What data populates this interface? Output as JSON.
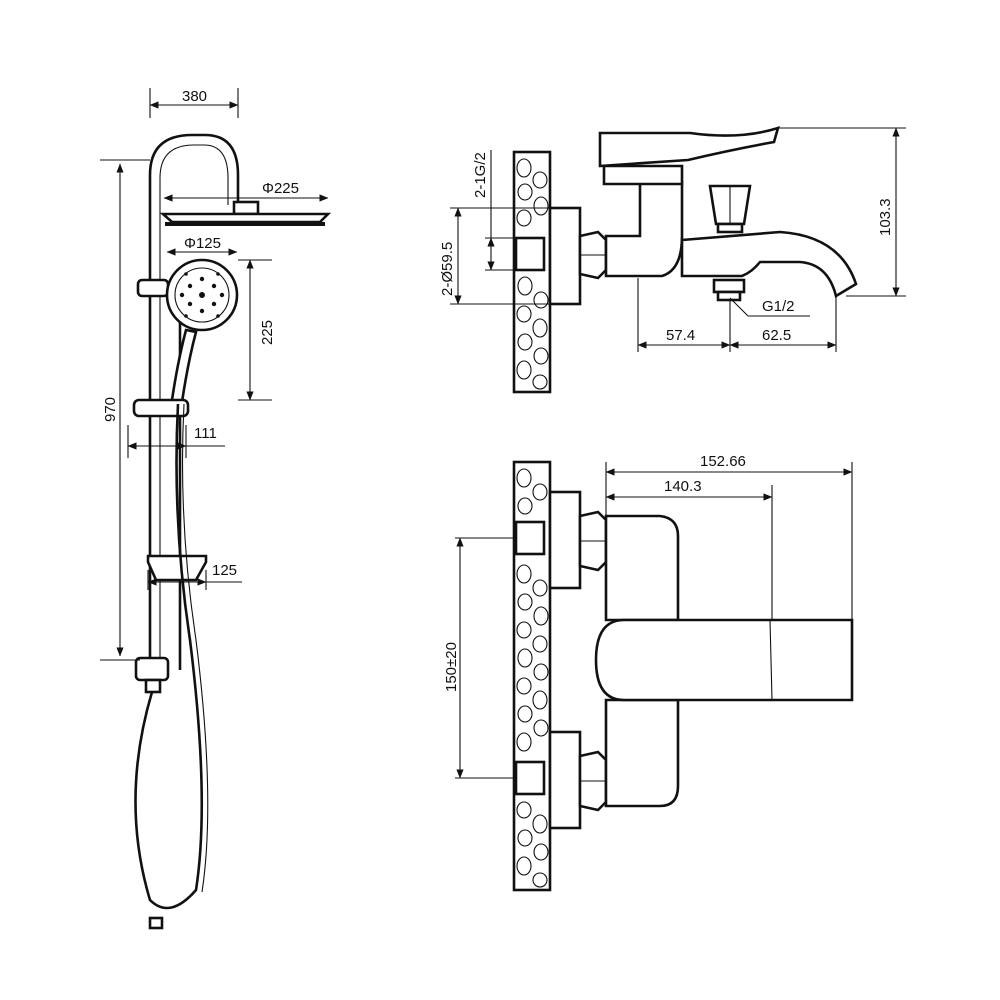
{
  "shower_column": {
    "width_380": "380",
    "head_dia": "Φ225",
    "hand_dia": "Φ125",
    "head_to_holder": "225",
    "height_970": "970",
    "holder_offset": "111",
    "soap_dish_depth": "125"
  },
  "mixer_side": {
    "thread": "2-1G/2",
    "flange_dia": "2-Ø59.5",
    "height": "103.3",
    "outlet_thread": "G1/2",
    "body_to_outlet": "57.4",
    "spout_reach": "62.5"
  },
  "mixer_top": {
    "total_depth": "152.66",
    "body_depth": "140.3",
    "centers": "150±20"
  }
}
